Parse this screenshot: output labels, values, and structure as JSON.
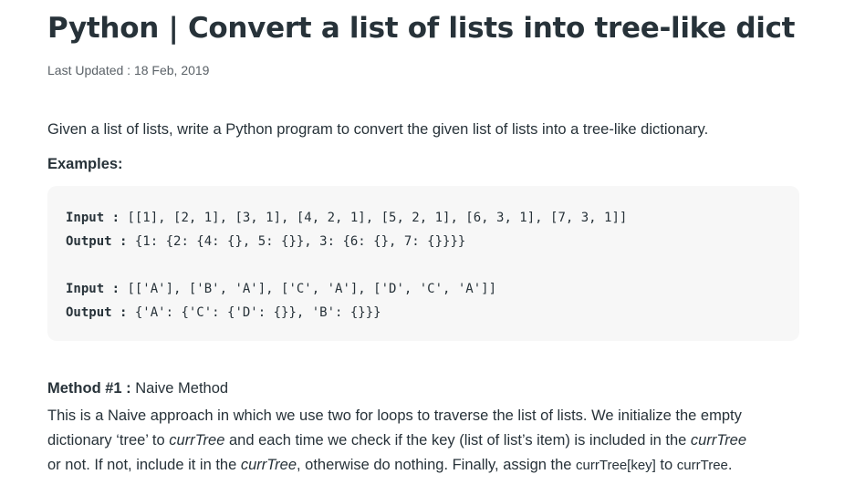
{
  "article": {
    "title": "Python | Convert a list of lists into tree-like dict",
    "last_updated": "Last Updated : 18 Feb, 2019",
    "intro": "Given a list of lists, write a Python program to convert the given list of lists into a tree-like dictionary.",
    "examples_label": "Examples:",
    "code_examples": [
      {
        "input_key": "Input :",
        "input_value": " [[1], [2, 1], [3, 1], [4, 2, 1], [5, 2, 1], [6, 3, 1], [7, 3, 1]]",
        "output_key": "Output :",
        "output_value": " {1: {2: {4: {}, 5: {}}, 3: {6: {}, 7: {}}}}"
      },
      {
        "input_key": "Input :",
        "input_value": " [['A'], ['B', 'A'], ['C', 'A'], ['D', 'C', 'A']]",
        "output_key": "Output :",
        "output_value": " {'A': {'C': {'D': {}}, 'B': {}}}"
      }
    ],
    "method": {
      "heading_bold": "Method #1 :",
      "heading_rest": " Naive Method",
      "line1": "This is a Naive approach in which we use two for loops to traverse the list of lists. We initialize the empty",
      "line2_a": "dictionary ‘tree’ to ",
      "line2_em1": "currTree",
      "line2_b": " and each time we check if the key (list of list’s item) is included in the ",
      "line2_em2": "currTree",
      "line3_a": "or not. If not, include it in the ",
      "line3_em": "currTree",
      "line3_b": ", otherwise do nothing. Finally, assign the ",
      "line3_code1": "currTree[key]",
      "line3_c": " to ",
      "line3_code2": "currTree",
      "line3_d": "."
    }
  }
}
